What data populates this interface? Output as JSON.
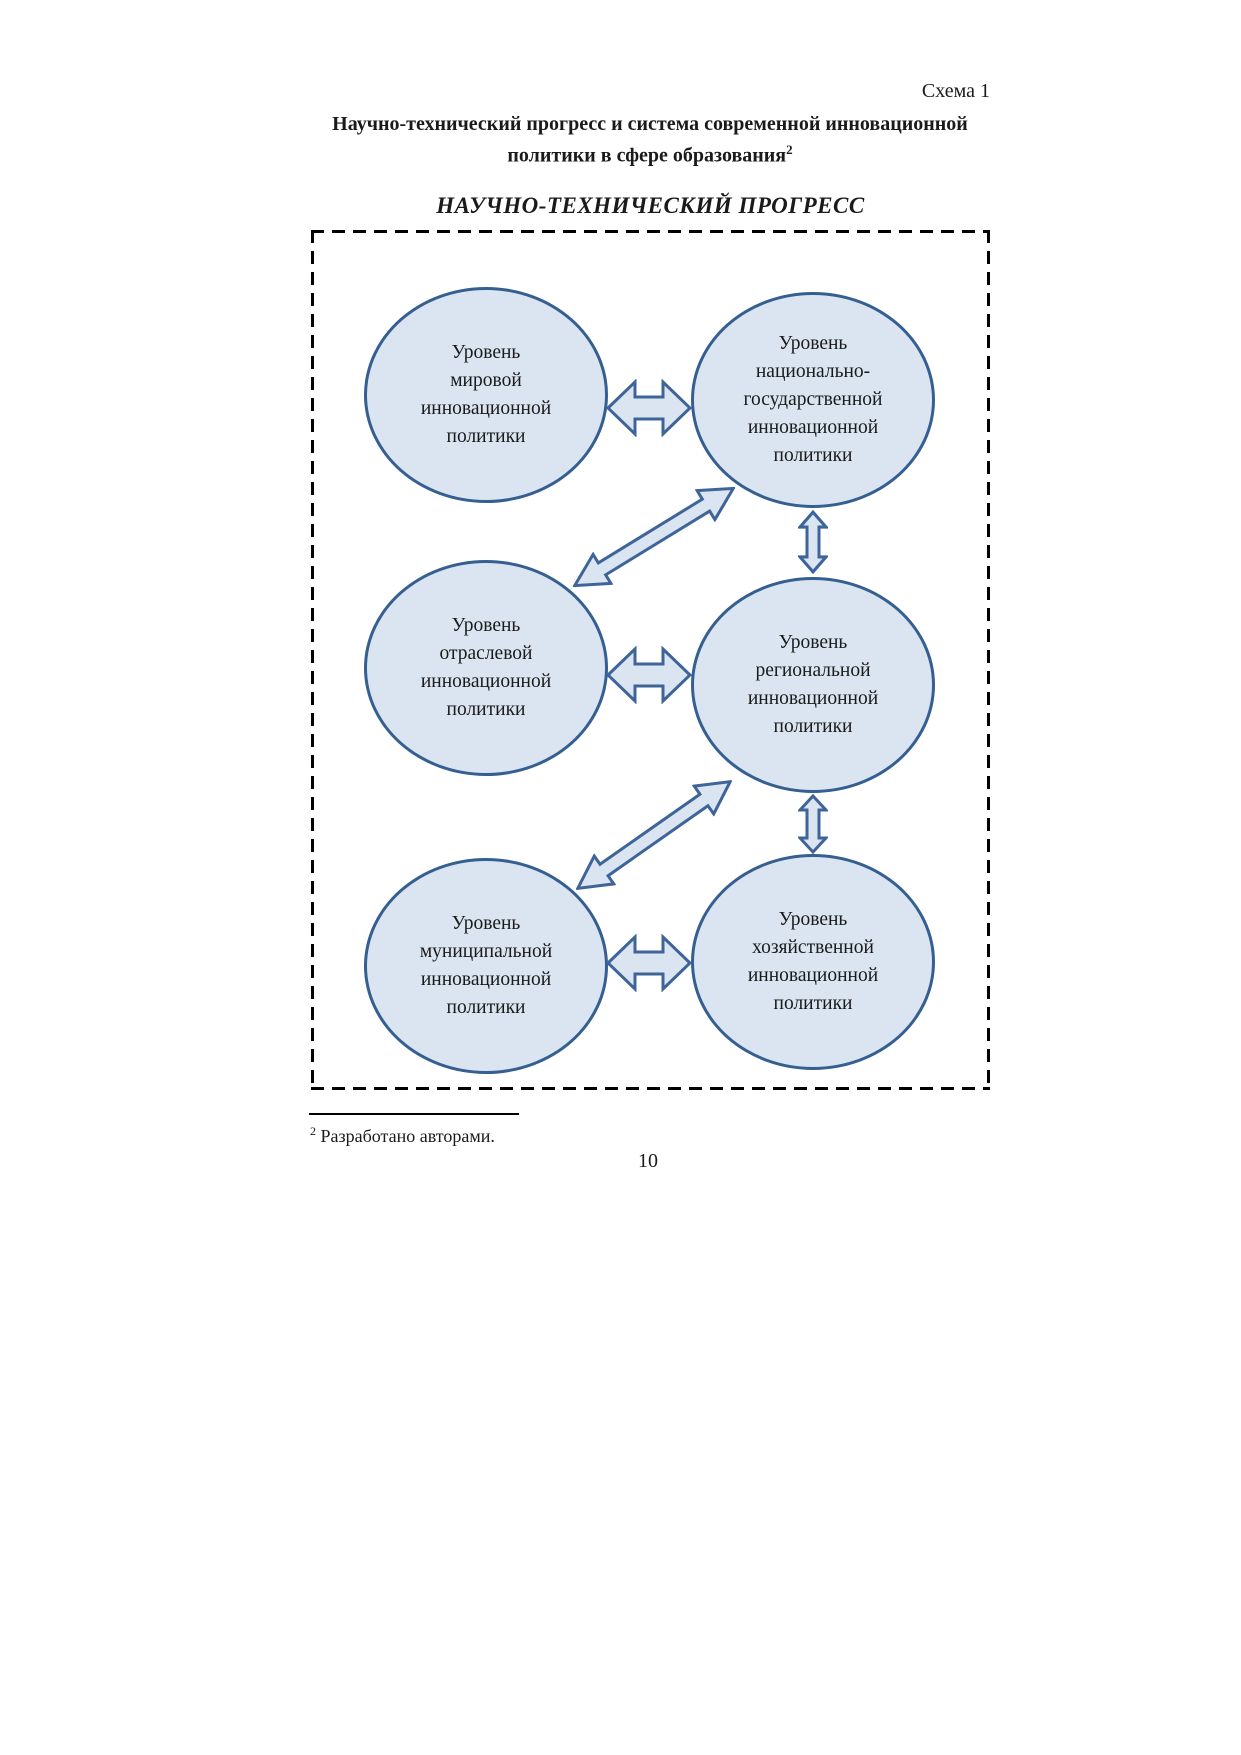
{
  "page": {
    "scheme_label": "Схема 1",
    "title_line1": "Научно-технический прогресс и система современной инновационной",
    "title_line2": "политики в сфере образования",
    "title_superscript": "2",
    "footnote_superscript": "2",
    "footnote_text": " Разработано авторами.",
    "page_number": "10"
  },
  "diagram": {
    "header": "НАУЧНО-ТЕХНИЧЕСКИЙ ПРОГРЕСС",
    "colors": {
      "node_fill": "#dbe5f1",
      "node_border": "#365f91",
      "arrow_fill": "#dbe5f1",
      "arrow_border": "#3e6499",
      "dashed_border": "#000000"
    },
    "nodes": [
      {
        "id": "world",
        "lines": [
          "Уровень",
          "мировой",
          "инновационной",
          "политики"
        ]
      },
      {
        "id": "national-state",
        "lines": [
          "Уровень",
          "национально-",
          "государственной",
          "инновационной",
          "политики"
        ]
      },
      {
        "id": "sectoral",
        "lines": [
          "Уровень",
          "отраслевой",
          "инновационной",
          "политики"
        ]
      },
      {
        "id": "regional",
        "lines": [
          "Уровень",
          "региональной",
          "инновационной",
          "политики"
        ]
      },
      {
        "id": "municipal",
        "lines": [
          "Уровень",
          "муниципальной",
          "инновационной",
          "политики"
        ]
      },
      {
        "id": "economic",
        "lines": [
          "Уровень",
          "хозяйственной",
          "инновационной",
          "политики"
        ]
      }
    ],
    "edges": [
      {
        "from": "world",
        "to": "national-state",
        "style": "horizontal-double-arrow"
      },
      {
        "from": "sectoral",
        "to": "national-state",
        "style": "diagonal-double-arrow"
      },
      {
        "from": "national-state",
        "to": "regional",
        "style": "vertical-double-arrow"
      },
      {
        "from": "sectoral",
        "to": "regional",
        "style": "horizontal-double-arrow"
      },
      {
        "from": "municipal",
        "to": "regional",
        "style": "diagonal-double-arrow"
      },
      {
        "from": "regional",
        "to": "economic",
        "style": "vertical-double-arrow"
      },
      {
        "from": "municipal",
        "to": "economic",
        "style": "horizontal-double-arrow"
      }
    ]
  }
}
